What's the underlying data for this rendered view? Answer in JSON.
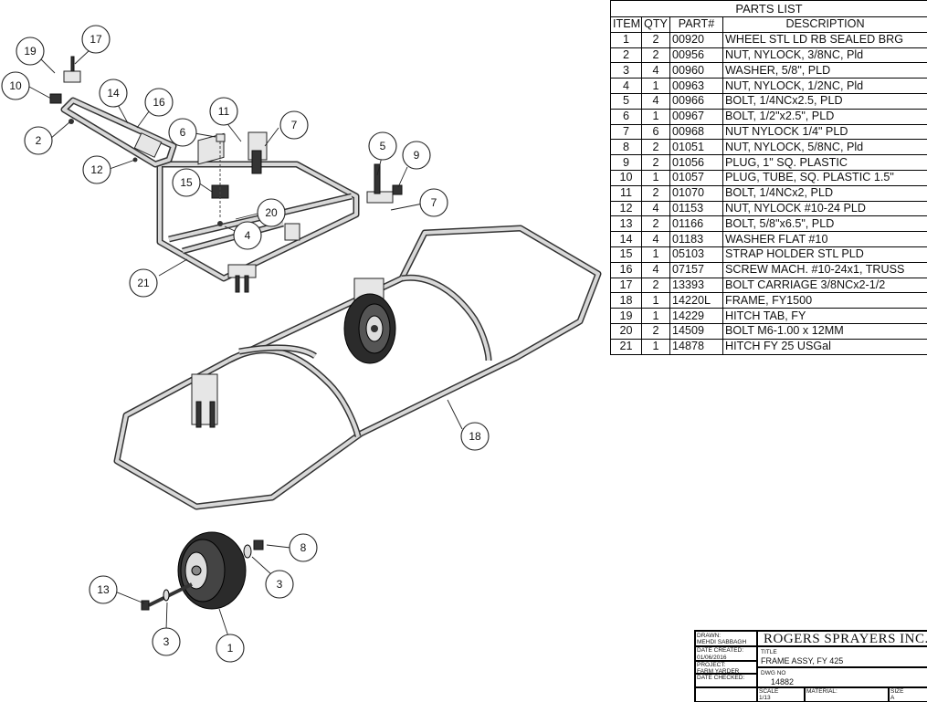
{
  "parts_list": {
    "title": "PARTS LIST",
    "headers": [
      "ITEM",
      "QTY",
      "PART#",
      "DESCRIPTION"
    ],
    "rows": [
      [
        "1",
        "2",
        "00920",
        "WHEEL STL LD RB SEALED BRG"
      ],
      [
        "2",
        "2",
        "00956",
        "NUT, NYLOCK, 3/8NC, Pld"
      ],
      [
        "3",
        "4",
        "00960",
        "WASHER, 5/8\", PLD"
      ],
      [
        "4",
        "1",
        "00963",
        "NUT, NYLOCK, 1/2NC, Pld"
      ],
      [
        "5",
        "4",
        "00966",
        "BOLT, 1/4NCx2.5, PLD"
      ],
      [
        "6",
        "1",
        "00967",
        "BOLT, 1/2\"x2.5\", PLD"
      ],
      [
        "7",
        "6",
        "00968",
        "NUT NYLOCK 1/4\" PLD"
      ],
      [
        "8",
        "2",
        "01051",
        "NUT, NYLOCK, 5/8NC, Pld"
      ],
      [
        "9",
        "2",
        "01056",
        "PLUG, 1\" SQ. PLASTIC"
      ],
      [
        "10",
        "1",
        "01057",
        "PLUG, TUBE, SQ. PLASTIC 1.5\""
      ],
      [
        "11",
        "2",
        "01070",
        "BOLT, 1/4NCx2, PLD"
      ],
      [
        "12",
        "4",
        "01153",
        "NUT, NYLOCK #10-24 PLD"
      ],
      [
        "13",
        "2",
        "01166",
        "BOLT, 5/8\"x6.5\", PLD"
      ],
      [
        "14",
        "4",
        "01183",
        "WASHER FLAT #10"
      ],
      [
        "15",
        "1",
        "05103",
        "STRAP HOLDER STL PLD"
      ],
      [
        "16",
        "4",
        "07157",
        "SCREW MACH. #10-24x1, TRUSS"
      ],
      [
        "17",
        "2",
        "13393",
        "BOLT CARRIAGE 3/8NCx2-1/2"
      ],
      [
        "18",
        "1",
        "14220L",
        "FRAME, FY1500"
      ],
      [
        "19",
        "1",
        "14229",
        "HITCH TAB, FY"
      ],
      [
        "20",
        "2",
        "14509",
        "BOLT M6-1.00 x 12MM"
      ],
      [
        "21",
        "1",
        "14878",
        "HITCH FY 25 USGal"
      ]
    ]
  },
  "callouts": [
    {
      "label": "19"
    },
    {
      "label": "17"
    },
    {
      "label": "10"
    },
    {
      "label": "14"
    },
    {
      "label": "16"
    },
    {
      "label": "2"
    },
    {
      "label": "12"
    },
    {
      "label": "6"
    },
    {
      "label": "11"
    },
    {
      "label": "7"
    },
    {
      "label": "5"
    },
    {
      "label": "9"
    },
    {
      "label": "15"
    },
    {
      "label": "7"
    },
    {
      "label": "20"
    },
    {
      "label": "4"
    },
    {
      "label": "21"
    },
    {
      "label": "18"
    },
    {
      "label": "8"
    },
    {
      "label": "13"
    },
    {
      "label": "3"
    },
    {
      "label": "3"
    },
    {
      "label": "1"
    }
  ],
  "title_block": {
    "drawn_label": "DRAWN:",
    "drawn_by": "MEHDI SABBAGH",
    "date_created_label": "DATE CREATED:",
    "date_created": "01/06/2016",
    "project_label": "PROJECT:",
    "project": "FARM YARDER",
    "date_checked_label": "DATE CHECKED:",
    "company": "ROGERS SPRAYERS INC.",
    "title_label": "TITLE",
    "title": "FRAME ASSY, FY 425",
    "dwg_no_label": "DWG NO",
    "dwg_no": "14882",
    "scale_label": "SCALE",
    "scale": "1/13",
    "material_label": "MATERIAL:",
    "size_label": "SIZE",
    "size": "A"
  }
}
